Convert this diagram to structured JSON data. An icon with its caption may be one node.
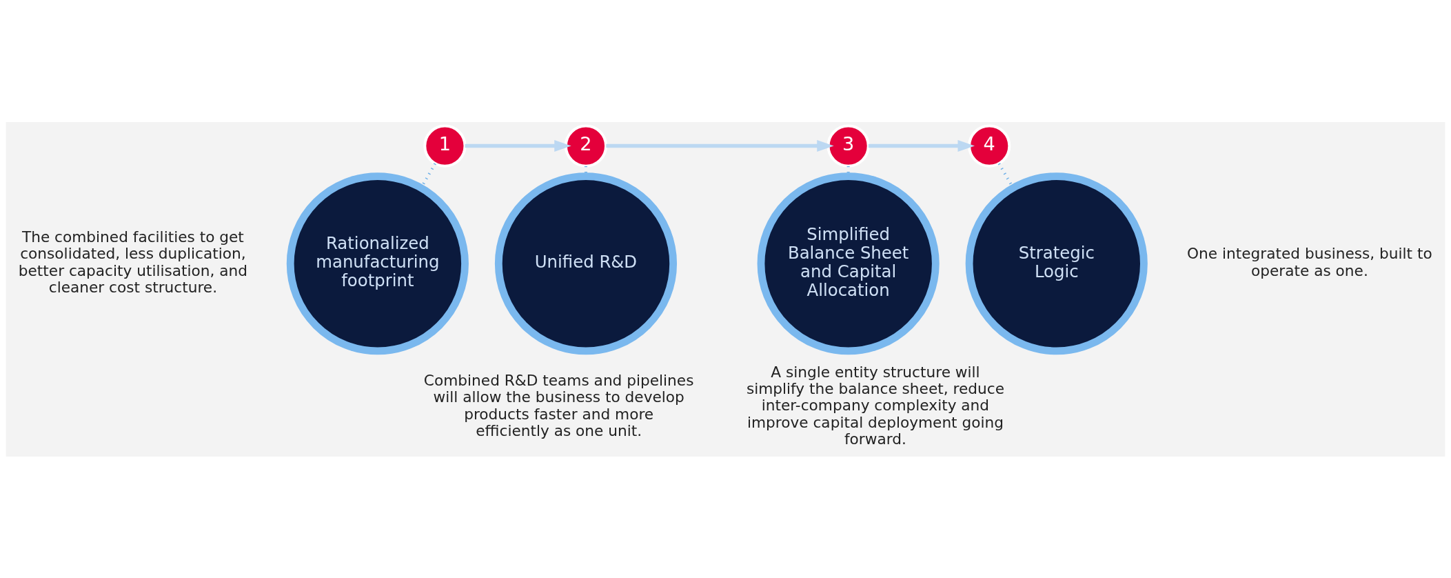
{
  "diagram": {
    "nodes": [
      {
        "text": [
          "1"
        ]
      },
      {
        "text": [
          "2"
        ]
      },
      {
        "text": [
          "3"
        ]
      },
      {
        "text": [
          "4"
        ]
      },
      {
        "text": [
          "Rationalized manufacturing footprint"
        ],
        "beside": [
          "The combined facilities to get consolidated, less duplication, better capacity utilisation, and cleaner cost structure."
        ]
      },
      {
        "text": [
          "Unified R&D"
        ],
        "beside": [
          "Combined R&D teams and pipelines will allow the business to develop products faster and more efficiently as one unit."
        ]
      },
      {
        "text": [
          "Simplified Balance Sheet and Capital Allocation"
        ],
        "beside": [
          "A single entity structure will simplify the balance sheet, reduce inter-company complexity and improve capital deployment going forward."
        ]
      },
      {
        "text": [
          "Strategic Logic"
        ],
        "beside": [
          "One integrated business, built to operate as one."
        ]
      }
    ],
    "edges": [
      {
        "from": 0,
        "to": 1,
        "arrow": "to",
        "color": "#bcd8f2"
      },
      {
        "from": 1,
        "to": 2,
        "arrow": "to",
        "color": "#bcd8f2"
      },
      {
        "from": 2,
        "to": 3,
        "arrow": "to",
        "color": "#bcd8f2"
      },
      {
        "from": 0,
        "to": 4,
        "arrow": "none",
        "style": "dashed"
      },
      {
        "from": 1,
        "to": 5,
        "arrow": "none",
        "style": "dashed"
      },
      {
        "from": 2,
        "to": 6,
        "arrow": "none",
        "style": "dashed"
      },
      {
        "from": 3,
        "to": 7,
        "arrow": "none",
        "style": "dashed"
      }
    ]
  }
}
